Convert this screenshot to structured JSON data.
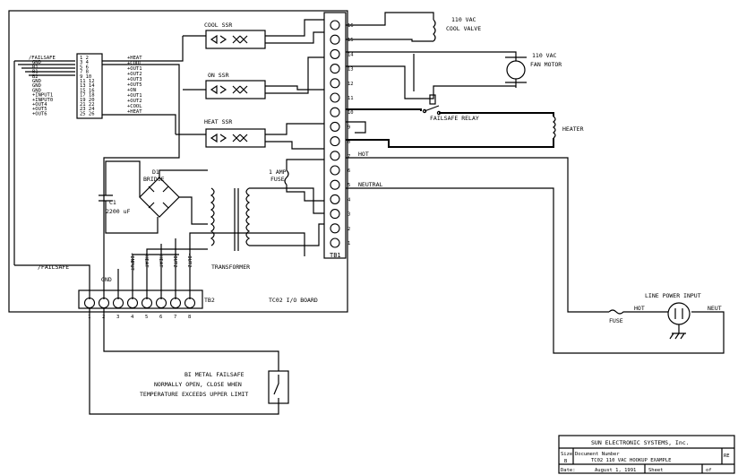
{
  "labels": {
    "vac_cool": "110 VAC",
    "cool_valve": "COOL VALVE",
    "vac_fan": "110 VAC",
    "fan_motor": "FAN MOTOR",
    "cool_ssr": "COOL SSR",
    "on_ssr": "ON SSR",
    "heat_ssr": "HEAT SSR",
    "failsafe_relay": "FAILSAFE RELAY",
    "heater": "HEATER",
    "hot": "HOT",
    "neutral": "NEUTRAL",
    "amp_fuse_1": "1 AMP",
    "amp_fuse_2": "FUSE",
    "d1": "D1",
    "bridge": "BRIDGE",
    "c1": "C1",
    "cap_value": "2200 uF",
    "transformer": "TRANSFORMER",
    "tb1": "TB1",
    "tb2": "TB2",
    "board": "TC02 I/O BOARD",
    "failsafe_left": "/FAILSAFE",
    "gnd_tb2": "GND",
    "line_power_input": "LINE POWER INPUT",
    "fuse": "FUSE",
    "hot2": "HOT",
    "neut": "NEUT",
    "bimetal_1": "BI METAL FAILSAFE",
    "bimetal_2": "NORMALLY OPEN, CLOSE WHEN",
    "bimetal_3": "TEMPERATURE EXCEEDS UPPER LIMIT"
  },
  "tb1_numbers": [
    "16",
    "15",
    "14",
    "13",
    "12",
    "11",
    "10",
    "9",
    "8",
    "7",
    "6",
    "5",
    "4",
    "3",
    "2",
    "1"
  ],
  "tb2_numbers": [
    "1",
    "2",
    "3",
    "4",
    "5",
    "6",
    "7",
    "8"
  ],
  "tb2_vertical_labels": [
    "+INPUT",
    "-HEAT",
    "+HEAT",
    "+OUT2",
    "-OUT2"
  ],
  "connector_left_labels": [
    "/FAILSAFE",
    "GND",
    "B1",
    "B1",
    "B2",
    "GND",
    "GND",
    "GND",
    "+INPUT1",
    "+INPUT0",
    "+OUT4",
    "+OUT5",
    "+OUT6"
  ],
  "connector_pin_pairs": [
    "1 2",
    "3 4",
    "5 6",
    "7 8",
    "9 10",
    "11 12",
    "13 14",
    "15 16",
    "17 18",
    "19 20",
    "21 22",
    "23 24",
    "25 26"
  ],
  "connector_right_labels": [
    "+HEAT",
    "+COOL",
    "+OUT1",
    "+OUT2",
    "+OUT3",
    "+OUT5",
    "+ON",
    "+OUT1",
    "+OUT2",
    "+COOL",
    "+HEAT"
  ],
  "title_block": {
    "company": "SUN ELECTRONIC SYSTEMS, Inc.",
    "size_label": "Size",
    "size_value": "B",
    "doc_number_label": "Document Number",
    "doc_title": "TC02 110 VAC HOOKUP EXAMPLE",
    "rev_label": "RE",
    "date_label": "Date:",
    "date_value": "August  1, 1991",
    "sheet_label": "Sheet",
    "of_label": "of"
  }
}
